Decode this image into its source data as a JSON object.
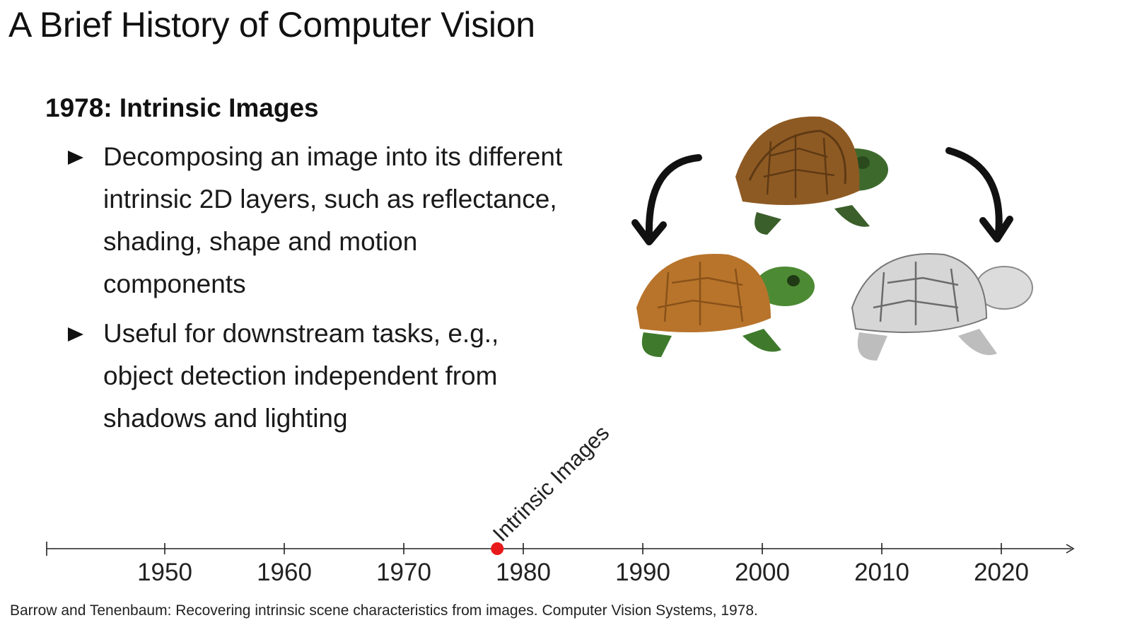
{
  "slide": {
    "title": "A Brief History of Computer Vision",
    "heading": "1978: Intrinsic Images",
    "bullets": [
      "Decomposing an image into its different intrinsic 2D layers, such as reflectance, shading, shape and motion components",
      "Useful for downstream tasks, e.g., object detection independent from shadows and lighting"
    ],
    "figure": {
      "icons": [
        "turtle-photo",
        "turtle-reflectance",
        "turtle-shading",
        "curved-arrow-left",
        "curved-arrow-right"
      ]
    },
    "timeline": {
      "ticks": [
        "1950",
        "1960",
        "1970",
        "1980",
        "1990",
        "2000",
        "2010",
        "2020"
      ],
      "event_label": "Intrinsic Images",
      "event_year": 1978,
      "marker_color": "#e8191b"
    },
    "citation": "Barrow and Tenenbaum: Recovering intrinsic scene characteristics from images. Computer Vision Systems, 1978."
  }
}
